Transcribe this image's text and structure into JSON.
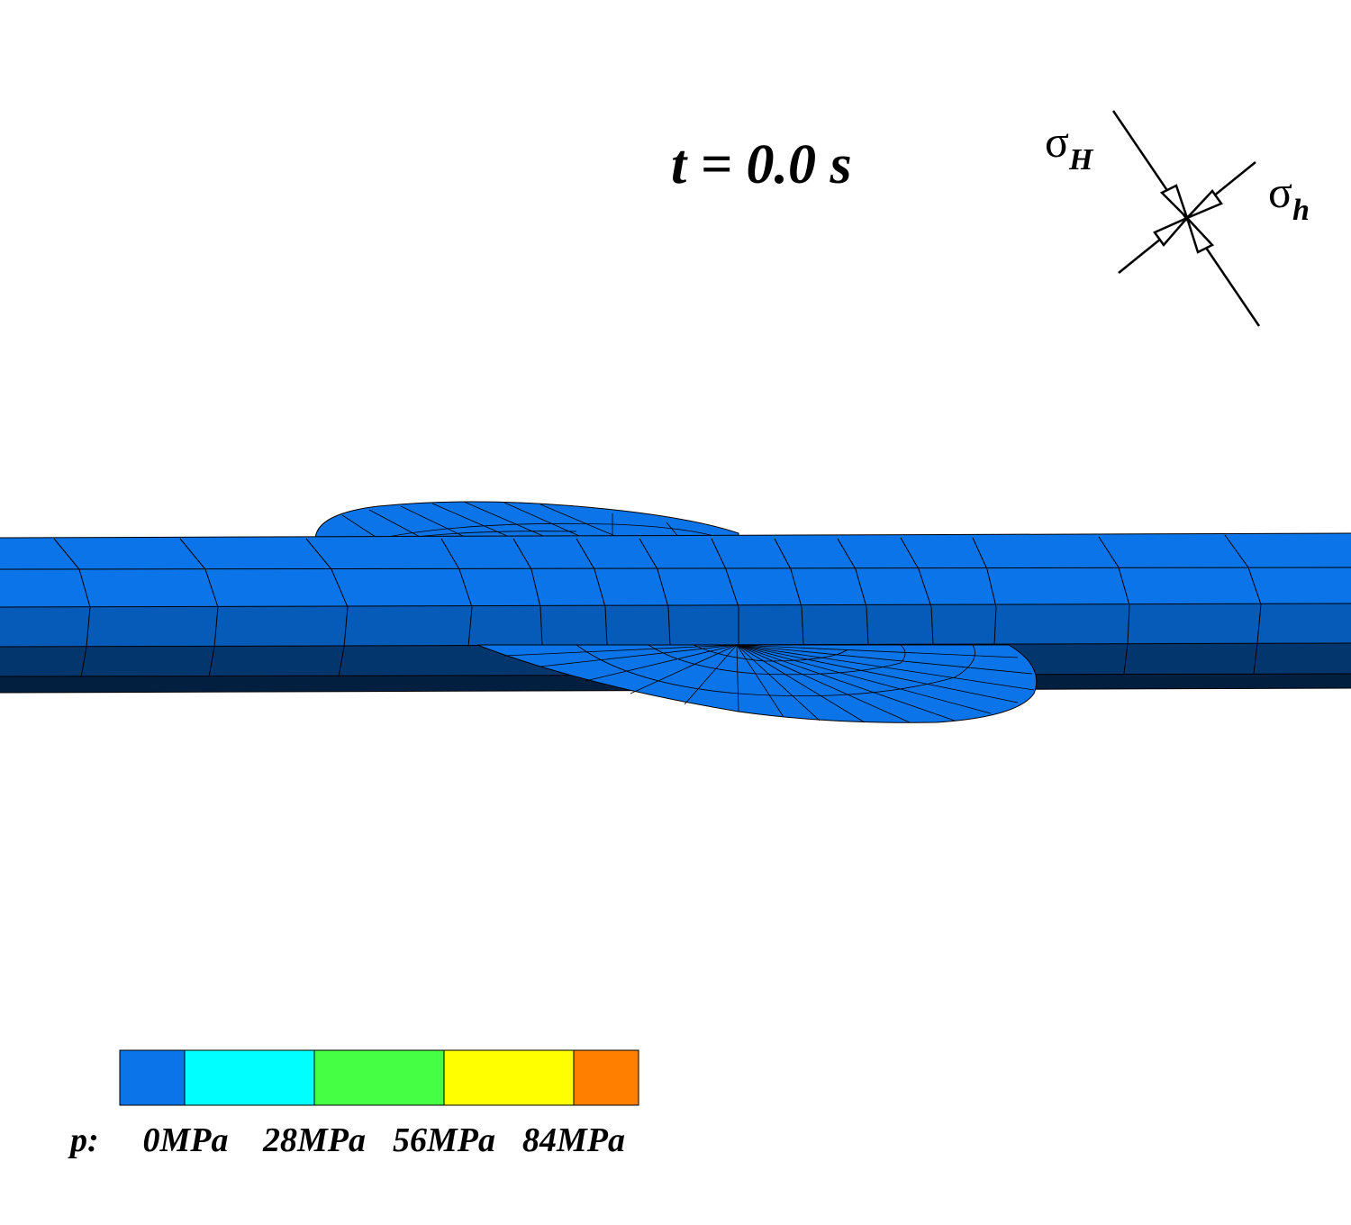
{
  "time_label": "t = 0.0 s",
  "stress": {
    "max_symbol": "σ",
    "max_subscript": "H",
    "min_symbol": "σ",
    "min_subscript": "h"
  },
  "legend": {
    "title": "p:",
    "colors": [
      "#0a74e8",
      "#00ffff",
      "#44ff44",
      "#ffff00",
      "#ff8000"
    ],
    "ticks": [
      "0MPa",
      "28MPa",
      "56MPa",
      "84MPa"
    ]
  },
  "colors": {
    "mesh_fill": "#0a74e8",
    "shade_mid": "#075bb8",
    "shade_dark": "#04366e",
    "shade_darkest": "#021f40",
    "mesh_line": "#000000"
  }
}
